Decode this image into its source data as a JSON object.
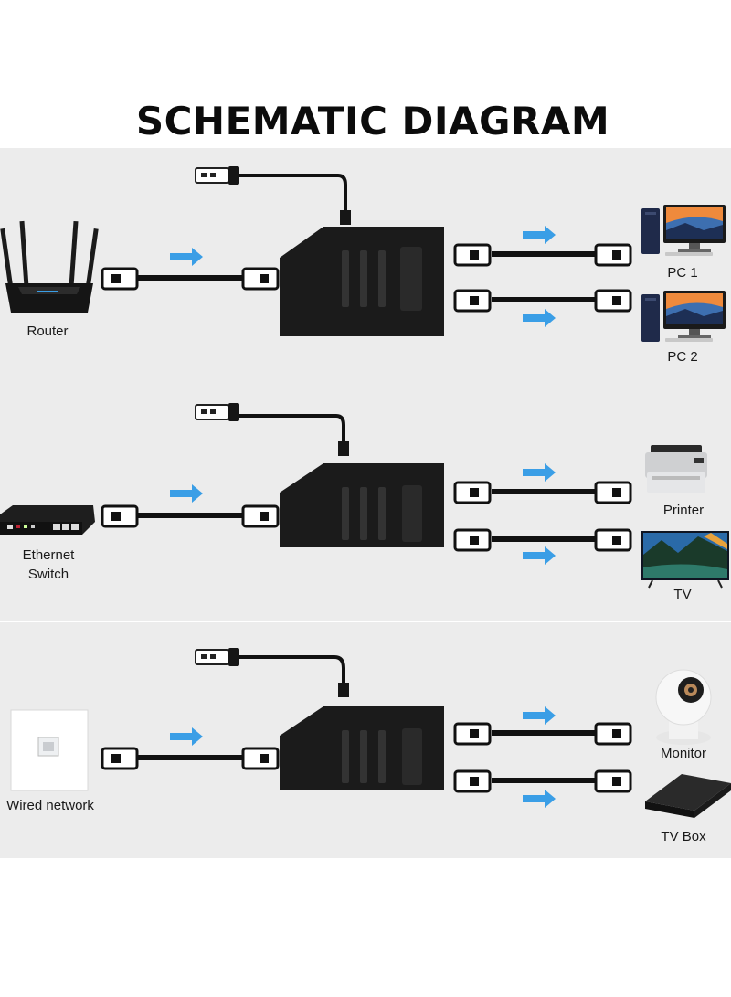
{
  "title": "SCHEMATIC DIAGRAM",
  "panels": [
    {
      "source": {
        "label": "Router",
        "icon": "router-icon"
      },
      "outputs": [
        {
          "label": "PC 1",
          "icon": "pc-icon"
        },
        {
          "label": "PC 2",
          "icon": "pc-icon"
        }
      ]
    },
    {
      "source": {
        "label": "Ethernet Switch",
        "line1": "Ethernet",
        "line2": "Switch",
        "icon": "ethernet-switch-icon"
      },
      "outputs": [
        {
          "label": "Printer",
          "icon": "printer-icon"
        },
        {
          "label": "TV",
          "icon": "tv-icon"
        }
      ]
    },
    {
      "source": {
        "label": "Wired network",
        "icon": "wall-socket-icon"
      },
      "outputs": [
        {
          "label": "Monitor",
          "icon": "security-camera-icon"
        },
        {
          "label": "TV Box",
          "icon": "tv-box-icon"
        }
      ]
    }
  ],
  "colors": {
    "panel_bg": "#ececec",
    "arrow": "#3a9ee6",
    "cable": "#111111",
    "splitter": "#1b1b1b"
  }
}
